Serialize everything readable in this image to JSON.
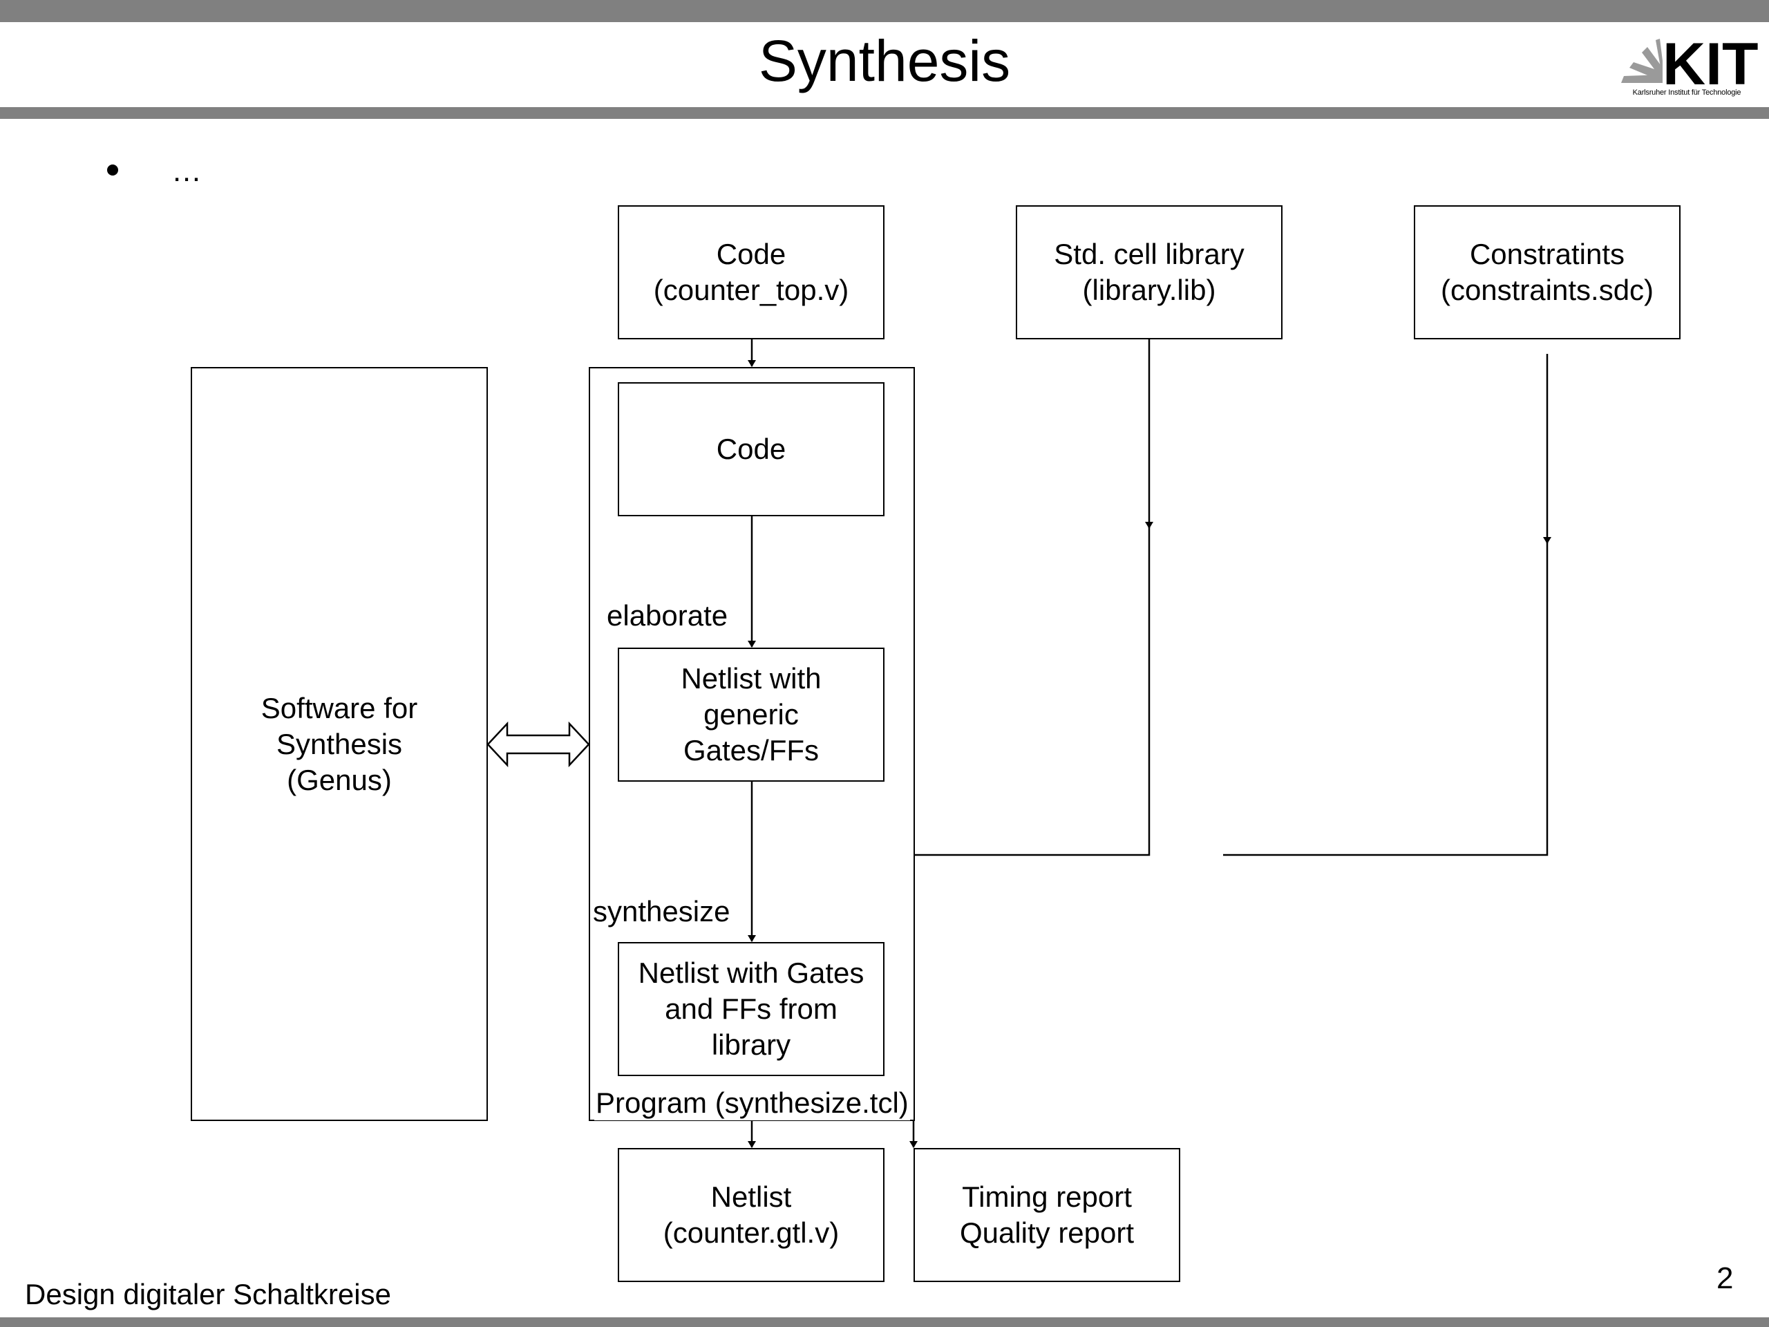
{
  "slide": {
    "title": "Synthesis",
    "bullet": "…",
    "footer": "Design digitaler Schaltkreise",
    "page_number": "2"
  },
  "logo": {
    "text": "KIT",
    "caption": "Karlsruher Institut für Technologie"
  },
  "colors": {
    "header_bar": "#808080",
    "line": "#000000"
  },
  "diagram": {
    "boxes": {
      "code_file": "Code\n(counter_top.v)",
      "std_cell_library": "Std. cell library\n(library.lib)",
      "constraints": "Constratints\n(constraints.sdc)",
      "software": "Software for\nSynthesis\n(Genus)",
      "code_step": "Code",
      "generic_netlist": "Netlist with\ngeneric\nGates/FFs",
      "library_netlist": "Netlist with Gates\nand FFs from\nlibrary",
      "netlist_output": "Netlist\n(counter.gtl.v)",
      "reports_output": "Timing report\nQuality report"
    },
    "labels": {
      "elaborate": "elaborate",
      "synthesize": "synthesize",
      "program": "Program (synthesize.tcl)"
    }
  }
}
